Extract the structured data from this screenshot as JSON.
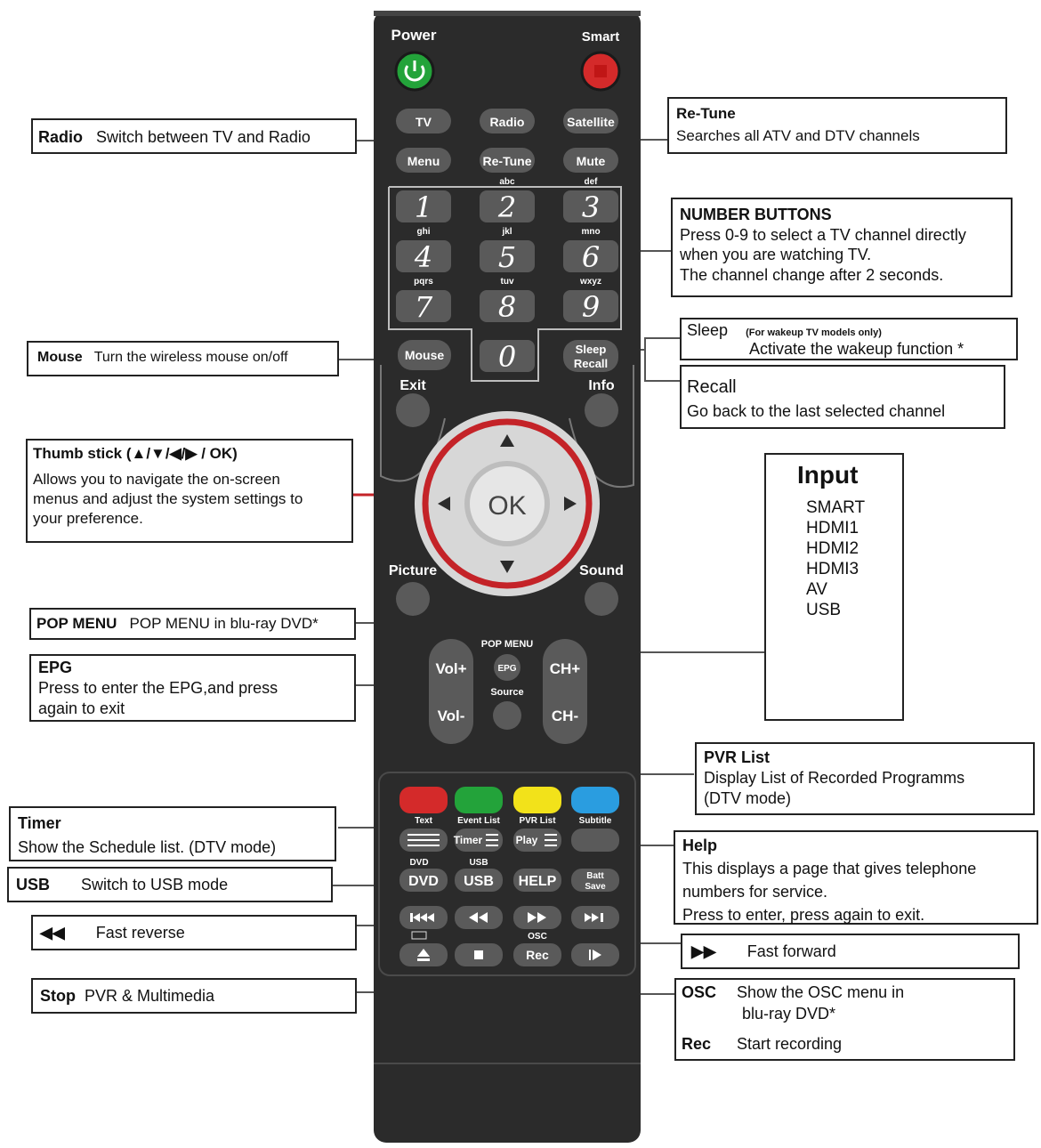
{
  "remote": {
    "power_label": "Power",
    "smart_label": "Smart",
    "row1": [
      "TV",
      "Radio",
      "Satellite"
    ],
    "row2": [
      "Menu",
      "Re-Tune",
      "Mute"
    ],
    "numbers": [
      "1",
      "2",
      "3",
      "4",
      "5",
      "6",
      "7",
      "8",
      "9",
      "0"
    ],
    "number_letters": [
      "abc",
      "def",
      "ghi",
      "jkl",
      "mno",
      "pqrs",
      "tuv",
      "wxyz"
    ],
    "mouse": "Mouse",
    "sleep": "Sleep",
    "recall": "Recall",
    "exit": "Exit",
    "info": "Info",
    "ok": "OK",
    "picture": "Picture",
    "sound": "Sound",
    "pop_menu": "POP MENU",
    "vol_plus": "Vol+",
    "vol_minus": "Vol-",
    "ch_plus": "CH+",
    "ch_minus": "CH-",
    "epg": "EPG",
    "source": "Source",
    "color_labels": [
      "Text",
      "Event List",
      "PVR List",
      "Subtitle"
    ],
    "row_timer": [
      "Timer",
      "Play"
    ],
    "row_dvd_small": [
      "DVD",
      "USB"
    ],
    "row_dvd": [
      "DVD",
      "USB",
      "HELP"
    ],
    "batt_save": [
      "Batt",
      "Save"
    ],
    "osc": "OSC",
    "rec": "Rec",
    "colors": {
      "red": "#d42a2a",
      "green": "#23a33a",
      "yellow": "#f2e21a",
      "blue": "#2a9de0",
      "body": "#2b2b2b",
      "button": "#5a5a5a",
      "ring": "#c42328"
    }
  },
  "callouts": {
    "radio": {
      "title": "Radio",
      "text": "Switch between TV and Radio"
    },
    "retune": {
      "title": "Re-Tune",
      "text": "Searches all ATV and DTV channels"
    },
    "number": {
      "title": "NUMBER BUTTONS",
      "lines": [
        "Press 0-9 to select a TV channel directly",
        "when you are watching TV.",
        "The channel change after 2 seconds."
      ]
    },
    "sleep": {
      "title": "Sleep",
      "note": "(For wakeup TV models only)",
      "text": "Activate the wakeup function *"
    },
    "recall": {
      "title": "Recall",
      "text": "Go back to the last selected channel"
    },
    "mouse": {
      "title": "Mouse",
      "text": "Turn the wireless mouse on/off"
    },
    "thumb": {
      "title": "Thumb stick (▲/▼/◀/▶ / OK)",
      "lines": [
        "Allows you to navigate the on-screen",
        "menus and adjust the system settings to",
        "your preference."
      ]
    },
    "input": {
      "title": "Input",
      "items": [
        "SMART",
        "HDMI1",
        "HDMI2",
        "HDMI3",
        "AV",
        "USB"
      ]
    },
    "popmenu": {
      "title": "POP MENU",
      "text": "POP MENU in blu-ray DVD*"
    },
    "epg": {
      "title": "EPG",
      "lines": [
        "Press to enter the EPG,and press",
        "again to exit"
      ]
    },
    "pvr": {
      "title": "PVR List",
      "lines": [
        "Display List of Recorded Programms",
        "(DTV mode)"
      ]
    },
    "timer": {
      "title": "Timer",
      "text": "Show the Schedule list. (DTV mode)"
    },
    "help": {
      "title": "Help",
      "lines": [
        "This displays a page that gives telephone",
        "numbers for service.",
        "Press to enter, press again to exit."
      ]
    },
    "usb": {
      "title": "USB",
      "text": "Switch to USB mode"
    },
    "rewind": {
      "icon": "◀◀",
      "text": "Fast reverse"
    },
    "ffwd": {
      "icon": "▶▶",
      "text": "Fast forward"
    },
    "stop": {
      "title": "Stop",
      "text": "PVR & Multimedia"
    },
    "osc": {
      "title": "OSC",
      "lines": [
        "Show the OSC menu in",
        "blu-ray DVD*"
      ]
    },
    "rec": {
      "title": "Rec",
      "text": "Start recording"
    }
  }
}
